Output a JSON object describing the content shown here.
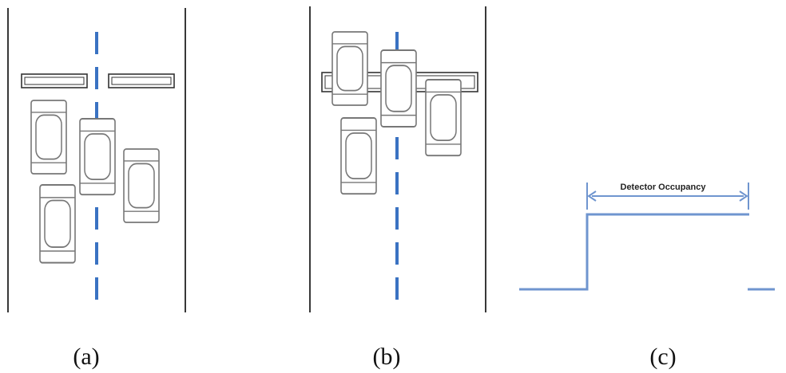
{
  "figure": {
    "panels": [
      {
        "id": "a",
        "label": "(a)"
      },
      {
        "id": "b",
        "label": "(b)"
      },
      {
        "id": "c",
        "label": "(c)"
      }
    ],
    "signal": {
      "annotation": "Detector Occupancy"
    }
  },
  "colors": {
    "road_edge": "#222222",
    "lane_divider": "#3a72c2",
    "car_outline": "#777777",
    "car_fill": "#ffffff",
    "detector_outline": "#333333",
    "signal_line": "#6f95cf"
  }
}
